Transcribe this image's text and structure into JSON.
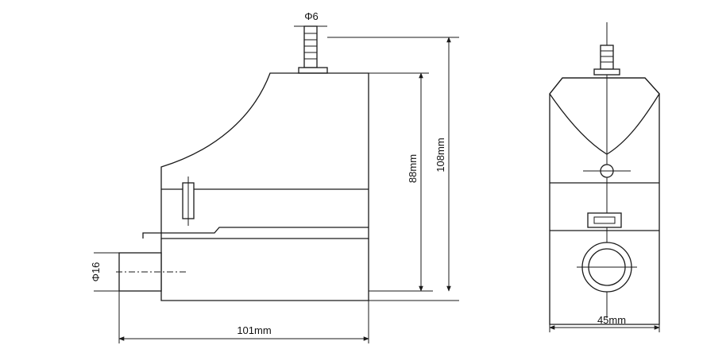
{
  "labels": {
    "hose_diameter": "Φ6",
    "outlet_diameter": "Φ16",
    "body_height": "88mm",
    "total_height": "108mm",
    "length": "101mm",
    "width": "45mm"
  },
  "colors": {
    "line": "#1a1a1a",
    "background": "#ffffff"
  }
}
